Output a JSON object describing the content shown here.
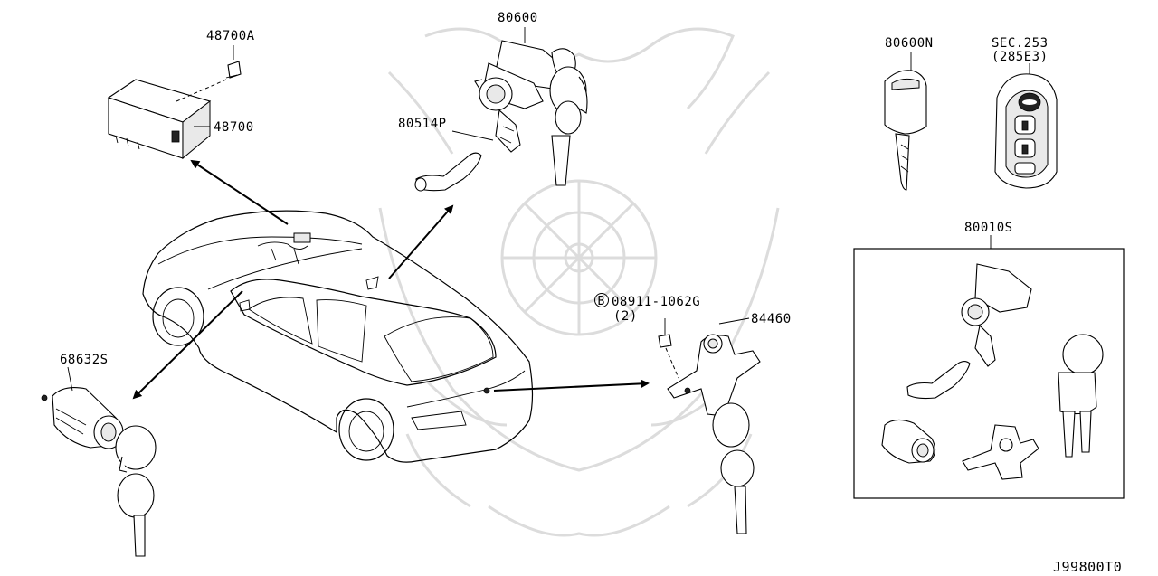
{
  "parts": {
    "p48700A": "48700A",
    "p48700": "48700",
    "p80600": "80600",
    "p80514P": "80514P",
    "p80600N": "80600N",
    "sec253": "SEC.253",
    "sec285E3": "(285E3)",
    "p80010S": "80010S",
    "p68632S": "68632S",
    "bolt_marker": "B",
    "bolt_num": "08911-1062G",
    "bolt_qty": "(2)",
    "p84460": "84460"
  },
  "diagram_code": "J99800T0",
  "colors": {
    "line": "#000000",
    "watermark": "#dcdcdc",
    "background": "#ffffff"
  }
}
